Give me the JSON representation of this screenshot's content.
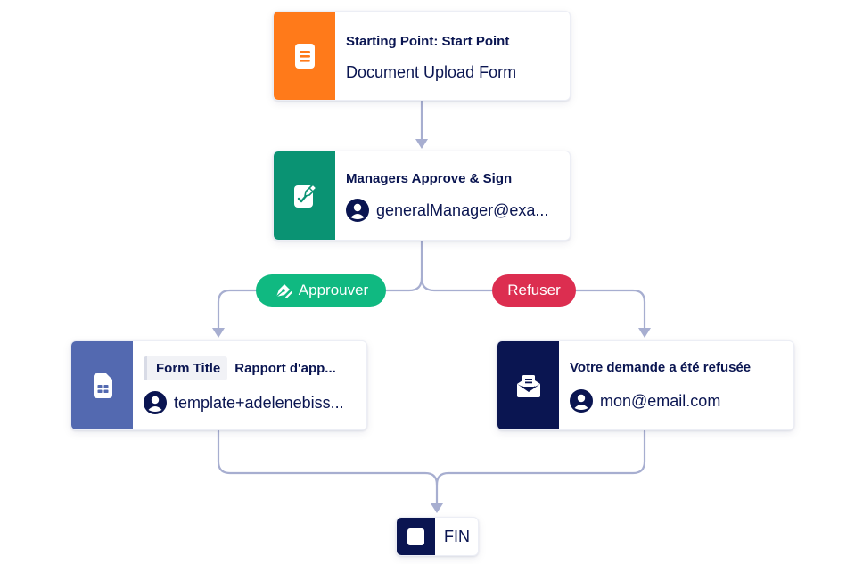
{
  "nodes": {
    "start": {
      "title": "Starting Point: Start Point",
      "subtitle": "Document Upload Form",
      "icon": "document-icon",
      "color": "#ff7a1a"
    },
    "approve": {
      "title": "Managers Approve & Sign",
      "assignee": "generalManager@exa...",
      "icon": "sign-document-icon",
      "color": "#0a9373"
    },
    "document": {
      "chip": "Form Title",
      "title": "Rapport d'app...",
      "assignee": "template+adelenebiss...",
      "icon": "form-document-icon",
      "color": "#5369b0"
    },
    "refuse": {
      "title": "Votre demande a été refusée",
      "assignee": "mon@email.com",
      "icon": "email-icon",
      "color": "#0a1551"
    },
    "end": {
      "label": "FIN",
      "icon": "stop-icon",
      "color": "#0a1551"
    }
  },
  "branches": {
    "approve": {
      "label": "Approuver",
      "color": "#10b981",
      "icon": "pen-nib-icon"
    },
    "refuse": {
      "label": "Refuser",
      "color": "#dc2e50"
    }
  },
  "colors": {
    "connector": "#9aa3c7"
  }
}
